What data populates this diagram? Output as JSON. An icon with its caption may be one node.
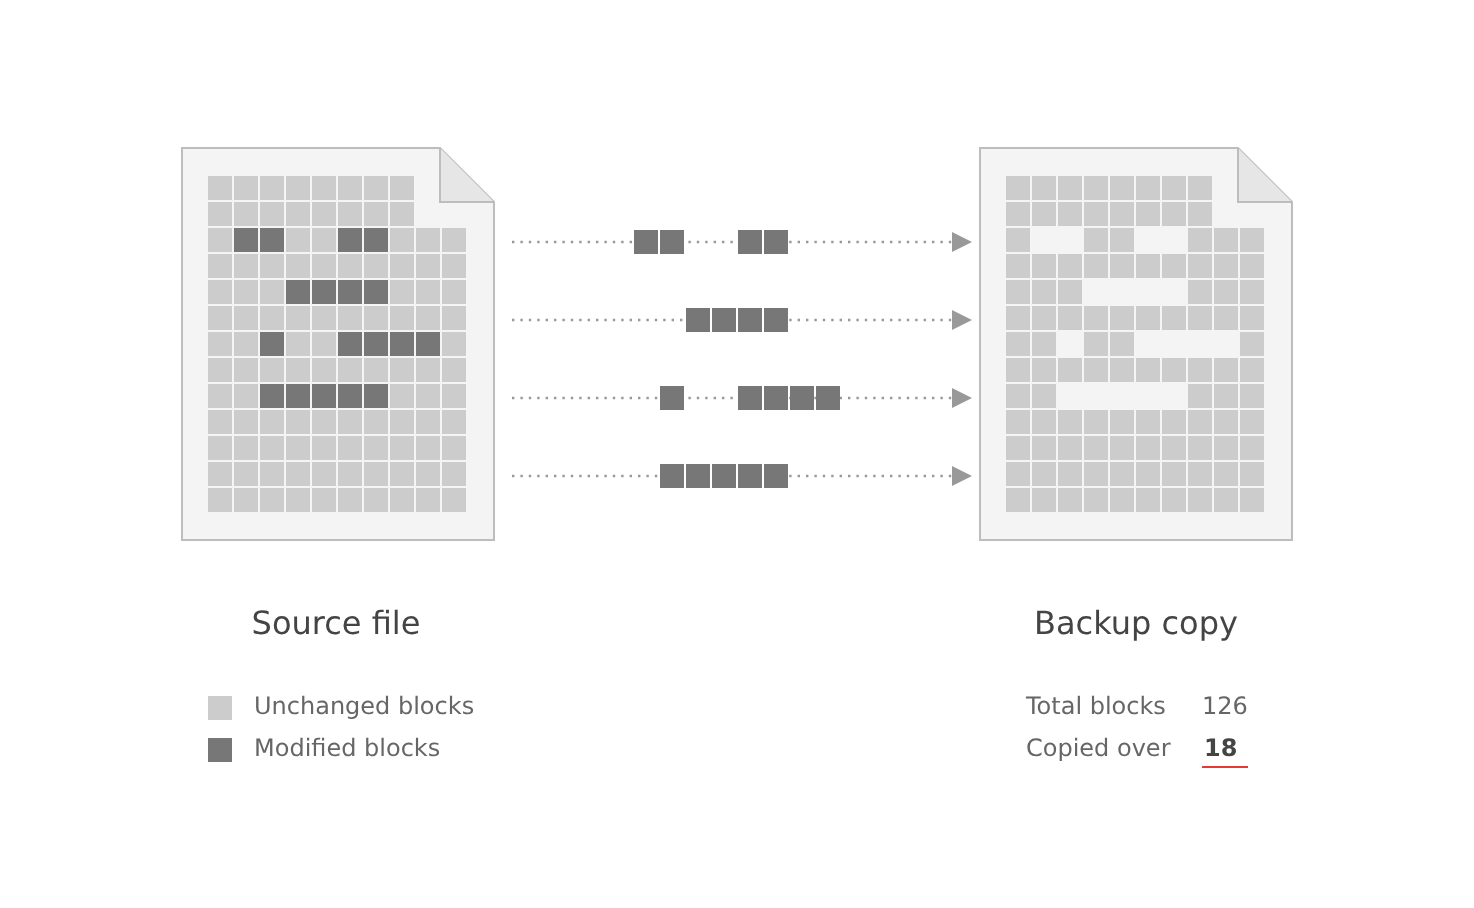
{
  "diagram": {
    "nodes": [
      {
        "text": [],
        "shape": "picture",
        "beside": [
          "Source file"
        ]
      },
      {
        "text": [],
        "shape": "picture",
        "beside": [
          "Backup copy"
        ]
      }
    ],
    "edges": [
      {
        "from": 0,
        "to": 1,
        "arrow": "to"
      },
      {
        "from": 0,
        "to": 1,
        "arrow": "to"
      },
      {
        "from": 0,
        "to": 1,
        "arrow": "to"
      },
      {
        "from": 0,
        "to": 1,
        "arrow": "to"
      }
    ],
    "labels": [
      "Total blocks",
      "126",
      "Copied over",
      "18"
    ],
    "legend": [
      {
        "text": "Unchanged blocks",
        "color": "#cccccc"
      },
      {
        "text": "Modified blocks",
        "color": "#777777"
      }
    ]
  }
}
